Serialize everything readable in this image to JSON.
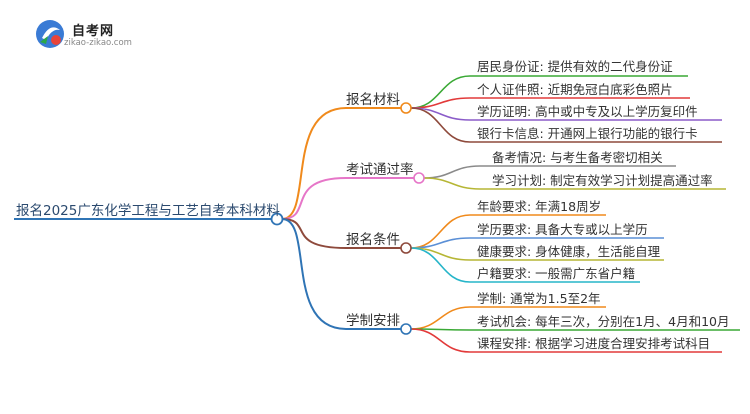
{
  "logo": {
    "title": "自考网",
    "url": "zikao-zikao.com",
    "colors": {
      "blue": "#3a7bd5",
      "red": "#e8443a",
      "green": "#2aa84a"
    }
  },
  "root": {
    "label": "报名2025广东化学工程与工艺自考本科材料",
    "color": "#2f74b5"
  },
  "branches": [
    {
      "label": "报名材料",
      "color": "#f08a1c",
      "leaves": [
        {
          "label": "居民身份证: 提供有效的二代身份证",
          "color": "#3aa935"
        },
        {
          "label": "个人证件照: 近期免冠白底彩色照片",
          "color": "#e23a3a"
        },
        {
          "label": "学历证明: 高中或中专及以上学历复印件",
          "color": "#8b5cc9"
        },
        {
          "label": "银行卡信息: 开通网上银行功能的银行卡",
          "color": "#8e4a3c"
        }
      ]
    },
    {
      "label": "考试通过率",
      "color": "#e676c8",
      "leaves": [
        {
          "label": "备考情况: 与考生备考密切相关",
          "color": "#8a8a8a"
        },
        {
          "label": "学习计划: 制定有效学习计划提高通过率",
          "color": "#b6b635"
        }
      ]
    },
    {
      "label": "报名条件",
      "color": "#8e4a3c",
      "leaves": [
        {
          "label": "年龄要求: 年满18周岁",
          "color": "#f08a1c"
        },
        {
          "label": "学历要求: 具备大专或以上学历",
          "color": "#5a8fd6"
        },
        {
          "label": "健康要求: 身体健康，生活能自理",
          "color": "#b6b635"
        },
        {
          "label": "户籍要求: 一般需广东省户籍",
          "color": "#26b5c9"
        }
      ]
    },
    {
      "label": "学制安排",
      "color": "#2f74b5",
      "leaves": [
        {
          "label": "学制: 通常为1.5至2年",
          "color": "#f08a1c"
        },
        {
          "label": "考试机会: 每年三次，分别在1月、4月和10月",
          "color": "#3aa935"
        },
        {
          "label": "课程安排: 根据学习进度合理安排考试科目",
          "color": "#e23a3a"
        }
      ]
    }
  ]
}
